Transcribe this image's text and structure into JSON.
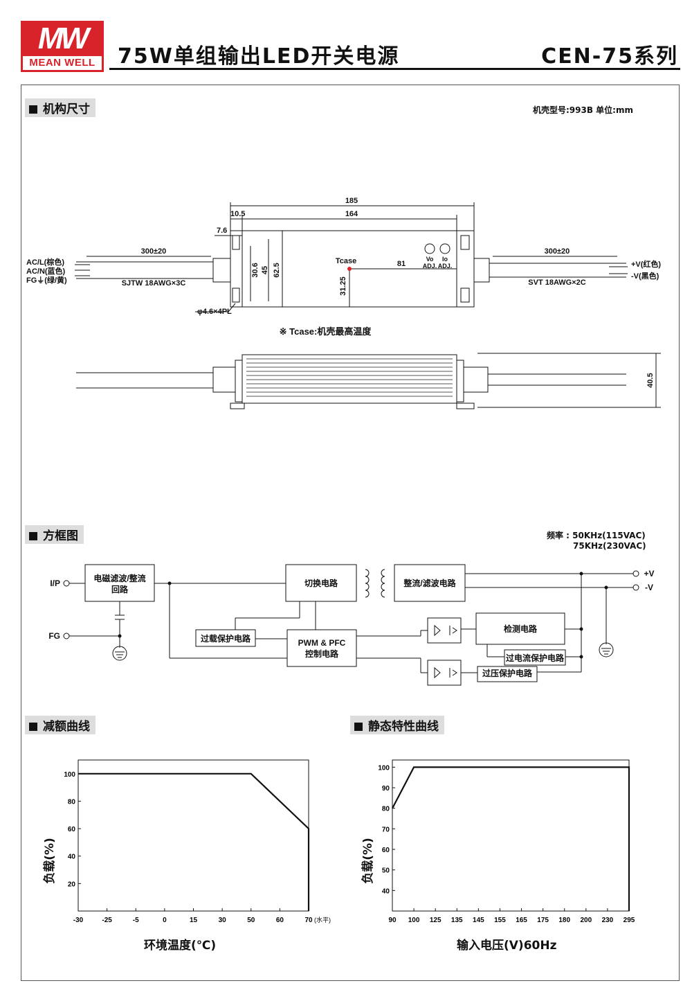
{
  "header": {
    "logo_letters": "MW",
    "logo_text": "MEAN WELL",
    "title": "75W单组输出LED开关电源",
    "series": "CEN-75系列"
  },
  "sections": {
    "mechanical": "机构尺寸",
    "block": "方框图",
    "derating": "减额曲线",
    "static": "静态特性曲线"
  },
  "mechanical": {
    "case_note": "机壳型号:993B 单位:mm",
    "dims": {
      "d185": "185",
      "d164": "164",
      "d10_5": "10.5",
      "d7_6": "7.6",
      "d300a": "300±20",
      "d300b": "300±20",
      "d30_6": "30.6",
      "d45": "45",
      "d62_5": "62.5",
      "d31_25": "31.25",
      "d81": "81",
      "d40_5": "40.5",
      "holes": "φ4.6×4PL"
    },
    "labels": {
      "acl": "AC/L(棕色)",
      "acn": "AC/N(蓝色)",
      "fg": "FG⏚(绿/黄)",
      "in_cable": "SJTW 18AWG×3C",
      "out_cable": "SVT 18AWG×2C",
      "vplus": "+V(红色)",
      "vminus": "-V(黑色)",
      "tcase": "Tcase",
      "vo": "Vo",
      "io": "Io",
      "adj1": "ADJ.",
      "adj2": "ADJ.",
      "tcase_note": "※ Tcase:机壳最高温度"
    }
  },
  "block_diagram": {
    "freq_label": "频率 : 50KHz(115VAC)",
    "freq_label2": "75KHz(230VAC)",
    "ip": "I/P",
    "fg": "FG",
    "emi": "电磁滤波/整流",
    "emi2": "回路",
    "switch": "切换电路",
    "rect": "整流/滤波电路",
    "overload": "过载保护电路",
    "pwm": "PWM & PFC",
    "pwm2": "控制电路",
    "detect": "检测电路",
    "ocp": "过电流保护电路",
    "ovp": "过压保护电路",
    "vp": "+V",
    "vm": "-V"
  },
  "chart_data": [
    {
      "type": "line",
      "title": "",
      "xlabel": "环境温度(℃)",
      "ylabel": "负载(%)",
      "x_ticks": [
        "-30",
        "-25",
        "-5",
        "0",
        "15",
        "30",
        "50",
        "60",
        "70"
      ],
      "x_tick_suffix": "(水平)",
      "y_ticks": [
        "20",
        "40",
        "60",
        "80",
        "100"
      ],
      "series": [
        {
          "x": [
            "-30",
            "50",
            "70",
            "70"
          ],
          "y": [
            100,
            100,
            60,
            0
          ]
        }
      ]
    },
    {
      "type": "line",
      "title": "",
      "xlabel": "输入电压(V)60Hz",
      "ylabel": "负载(%)",
      "x_ticks": [
        "90",
        "100",
        "125",
        "135",
        "145",
        "155",
        "165",
        "175",
        "180",
        "200",
        "230",
        "295"
      ],
      "y_ticks": [
        "40",
        "50",
        "60",
        "70",
        "80",
        "90",
        "100"
      ],
      "series": [
        {
          "x": [
            "90",
            "100",
            "295",
            "295"
          ],
          "y": [
            80,
            100,
            100,
            30
          ]
        }
      ]
    }
  ]
}
